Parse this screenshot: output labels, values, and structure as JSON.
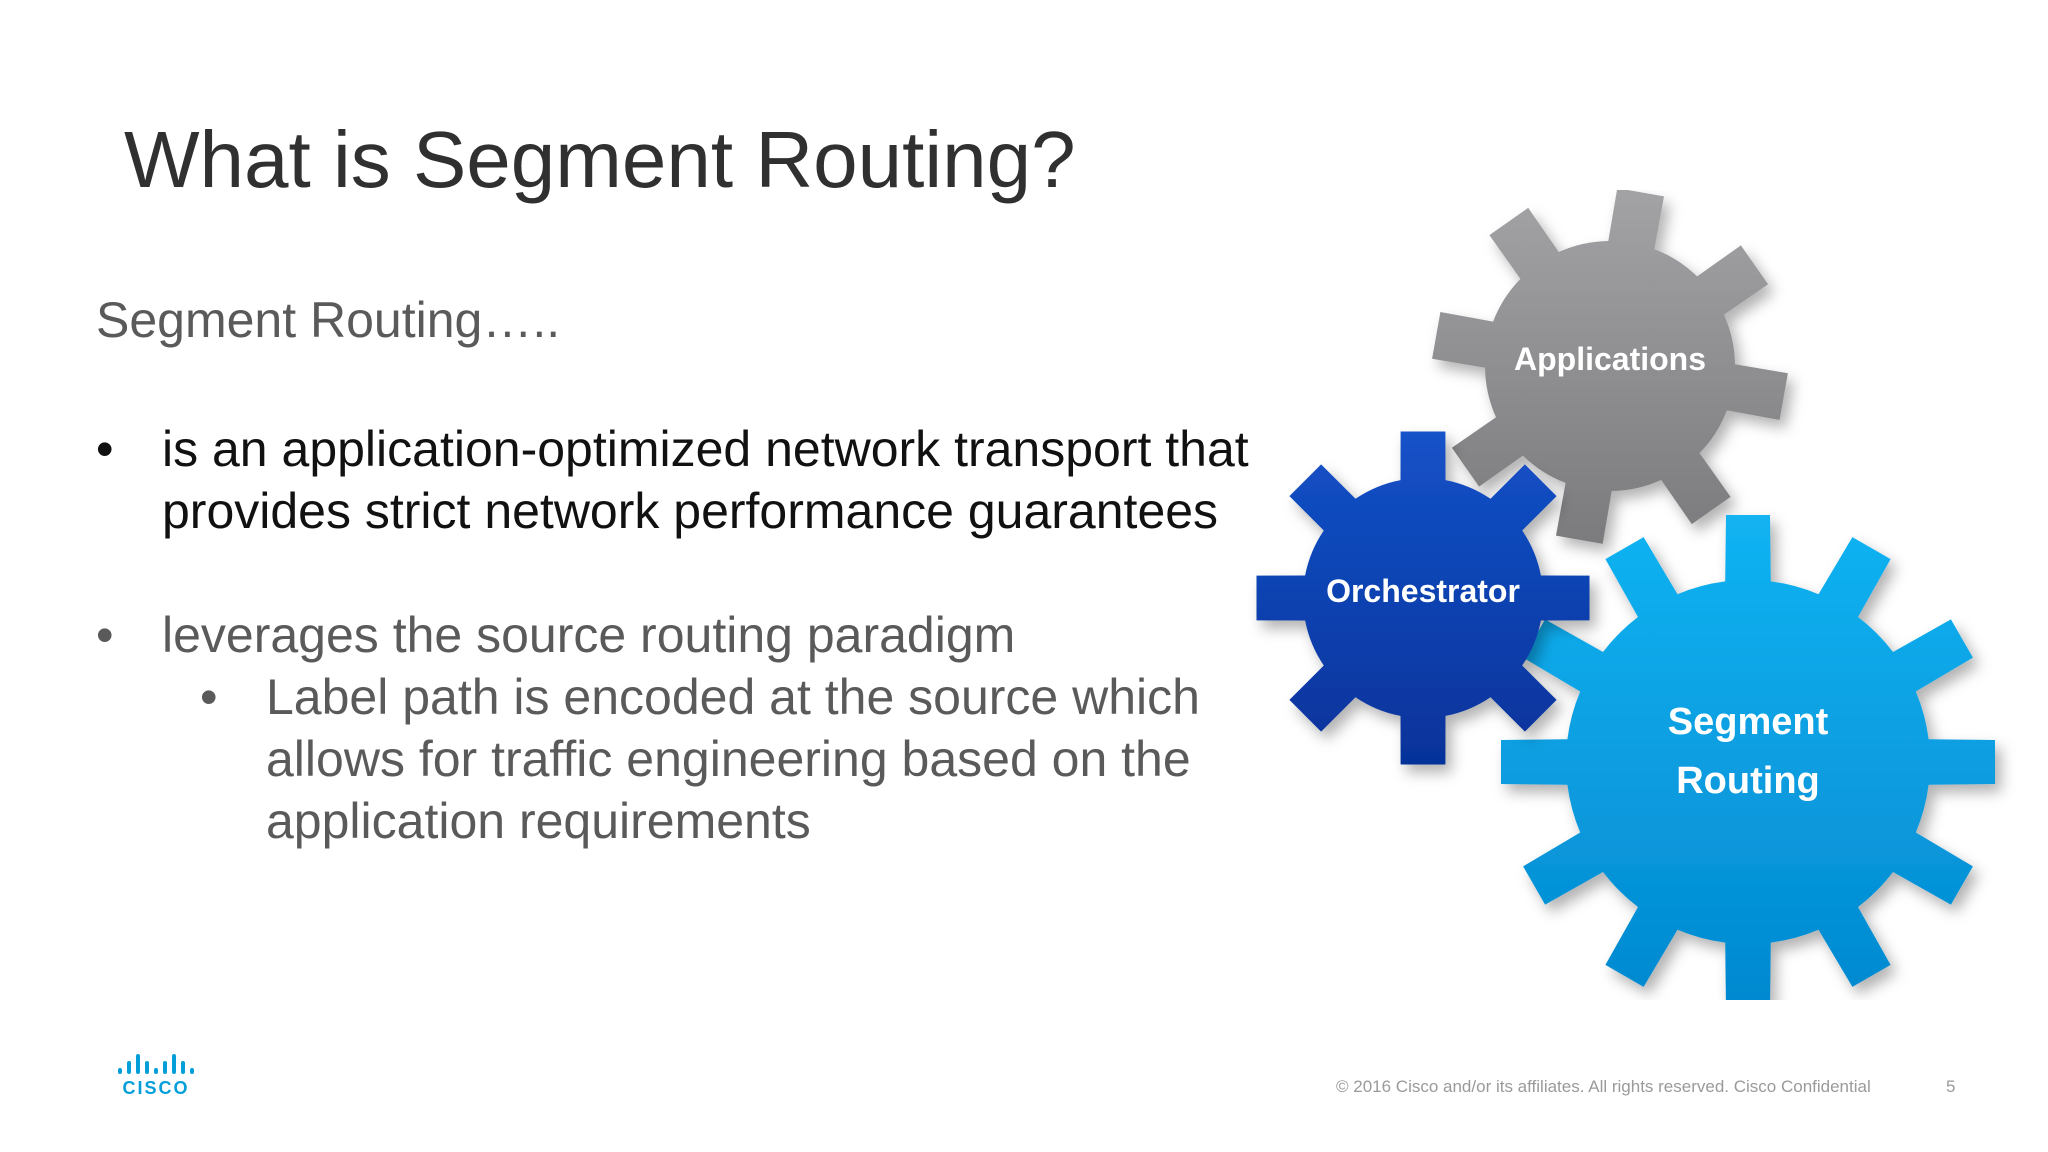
{
  "slide": {
    "title": "What is Segment Routing?",
    "intro": "Segment Routing…..",
    "bullet_char": "•",
    "bullets": [
      {
        "text": "is an application-optimized network transport that provides strict network performance guarantees",
        "color": "#111111"
      },
      {
        "text": "leverages the source routing paradigm",
        "color": "#5a5a5a"
      }
    ],
    "sub_bullets": [
      {
        "text": "Label path is encoded at the source which allows for traffic engineering based on the application requirements"
      }
    ]
  },
  "diagram": {
    "gears": [
      {
        "label": "Applications",
        "color": "#8f8f92"
      },
      {
        "label": "Orchestrator",
        "color": "#0a3fa9"
      },
      {
        "label_line1": "Segment",
        "label_line2": "Routing",
        "color": "#049fe4"
      }
    ]
  },
  "footer": {
    "copyright": "© 2016  Cisco and/or its affiliates. All rights reserved.   Cisco Confidential",
    "page_number": "5",
    "logo_text": "CISCO",
    "logo_color": "#049fd9"
  }
}
